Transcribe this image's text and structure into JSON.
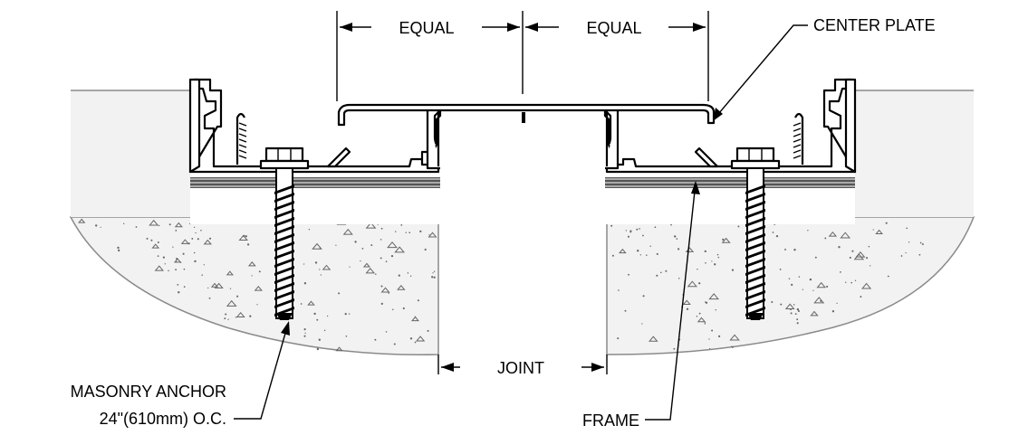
{
  "labels": {
    "equal_left": "EQUAL",
    "equal_right": "EQUAL",
    "center_plate": "CENTER PLATE",
    "joint": "JOINT",
    "anchor_line1": "MASONRY ANCHOR",
    "anchor_line2": "24\"(610mm) O.C.",
    "frame": "FRAME"
  },
  "colors": {
    "line": "#000000",
    "concrete_outline": "#8a8a8a",
    "concrete_fill": "#f2f2f2",
    "background": "#ffffff"
  }
}
